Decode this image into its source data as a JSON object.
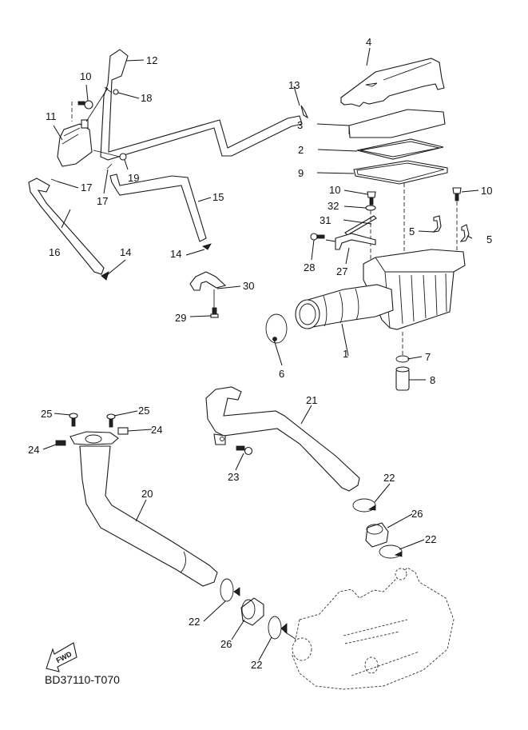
{
  "diagram": {
    "type": "exploded-parts-diagram",
    "drawing_code": "BD37110-T070",
    "direction_marker": "FWD",
    "callouts": [
      {
        "id": "c1",
        "label": "1",
        "part": "air-cleaner-case"
      },
      {
        "id": "c2",
        "label": "2",
        "part": "filter-gasket"
      },
      {
        "id": "c3",
        "label": "3",
        "part": "air-filter-element"
      },
      {
        "id": "c4",
        "label": "4",
        "part": "case-cap"
      },
      {
        "id": "c5a",
        "label": "5",
        "part": "clip"
      },
      {
        "id": "c5b",
        "label": "5",
        "part": "clip"
      },
      {
        "id": "c6",
        "label": "6",
        "part": "intake-band"
      },
      {
        "id": "c7",
        "label": "7",
        "part": "hose-clip"
      },
      {
        "id": "c8",
        "label": "8",
        "part": "drain-hose"
      },
      {
        "id": "c9",
        "label": "9",
        "part": "seal"
      },
      {
        "id": "c10a",
        "label": "10",
        "part": "bolt"
      },
      {
        "id": "c10b",
        "label": "10",
        "part": "bolt"
      },
      {
        "id": "c10c",
        "label": "10",
        "part": "bolt"
      },
      {
        "id": "c11",
        "label": "11",
        "part": "breather-tank"
      },
      {
        "id": "c12",
        "label": "12",
        "part": "breather-hose"
      },
      {
        "id": "c13",
        "label": "13",
        "part": "hose-clip"
      },
      {
        "id": "c14a",
        "label": "14",
        "part": "hose-clip"
      },
      {
        "id": "c14b",
        "label": "14",
        "part": "hose-clip"
      },
      {
        "id": "c15",
        "label": "15",
        "part": "hose"
      },
      {
        "id": "c16",
        "label": "16",
        "part": "hose"
      },
      {
        "id": "c17a",
        "label": "17",
        "part": "hose-clip"
      },
      {
        "id": "c17b",
        "label": "17",
        "part": "hose-clip"
      },
      {
        "id": "c18",
        "label": "18",
        "part": "hose-clip"
      },
      {
        "id": "c19",
        "label": "19",
        "part": "hose-clip"
      },
      {
        "id": "c20",
        "label": "20",
        "part": "cooling-duct-1"
      },
      {
        "id": "c21",
        "label": "21",
        "part": "cooling-duct-2"
      },
      {
        "id": "c22a",
        "label": "22",
        "part": "hose-band"
      },
      {
        "id": "c22b",
        "label": "22",
        "part": "hose-band"
      },
      {
        "id": "c22c",
        "label": "22",
        "part": "hose-band"
      },
      {
        "id": "c22d",
        "label": "22",
        "part": "hose-band"
      },
      {
        "id": "c23",
        "label": "23",
        "part": "bolt"
      },
      {
        "id": "c24a",
        "label": "24",
        "part": "nut"
      },
      {
        "id": "c24b",
        "label": "24",
        "part": "nut"
      },
      {
        "id": "c25a",
        "label": "25",
        "part": "screw"
      },
      {
        "id": "c25b",
        "label": "25",
        "part": "screw"
      },
      {
        "id": "c26a",
        "label": "26",
        "part": "joint"
      },
      {
        "id": "c26b",
        "label": "26",
        "part": "joint"
      },
      {
        "id": "c27",
        "label": "27",
        "part": "bracket"
      },
      {
        "id": "c28",
        "label": "28",
        "part": "bolt"
      },
      {
        "id": "c29",
        "label": "29",
        "part": "bolt"
      },
      {
        "id": "c30",
        "label": "30",
        "part": "bracket"
      },
      {
        "id": "c31",
        "label": "31",
        "part": "band"
      },
      {
        "id": "c32",
        "label": "32",
        "part": "collar"
      }
    ]
  }
}
